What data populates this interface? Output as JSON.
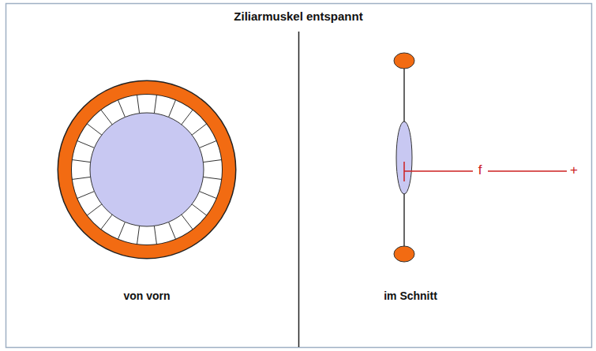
{
  "diagram": {
    "title": "Ziliarmuskel entspannt",
    "labels": [
      "von vorn",
      "im Schnitt",
      "f",
      "+"
    ]
  }
}
